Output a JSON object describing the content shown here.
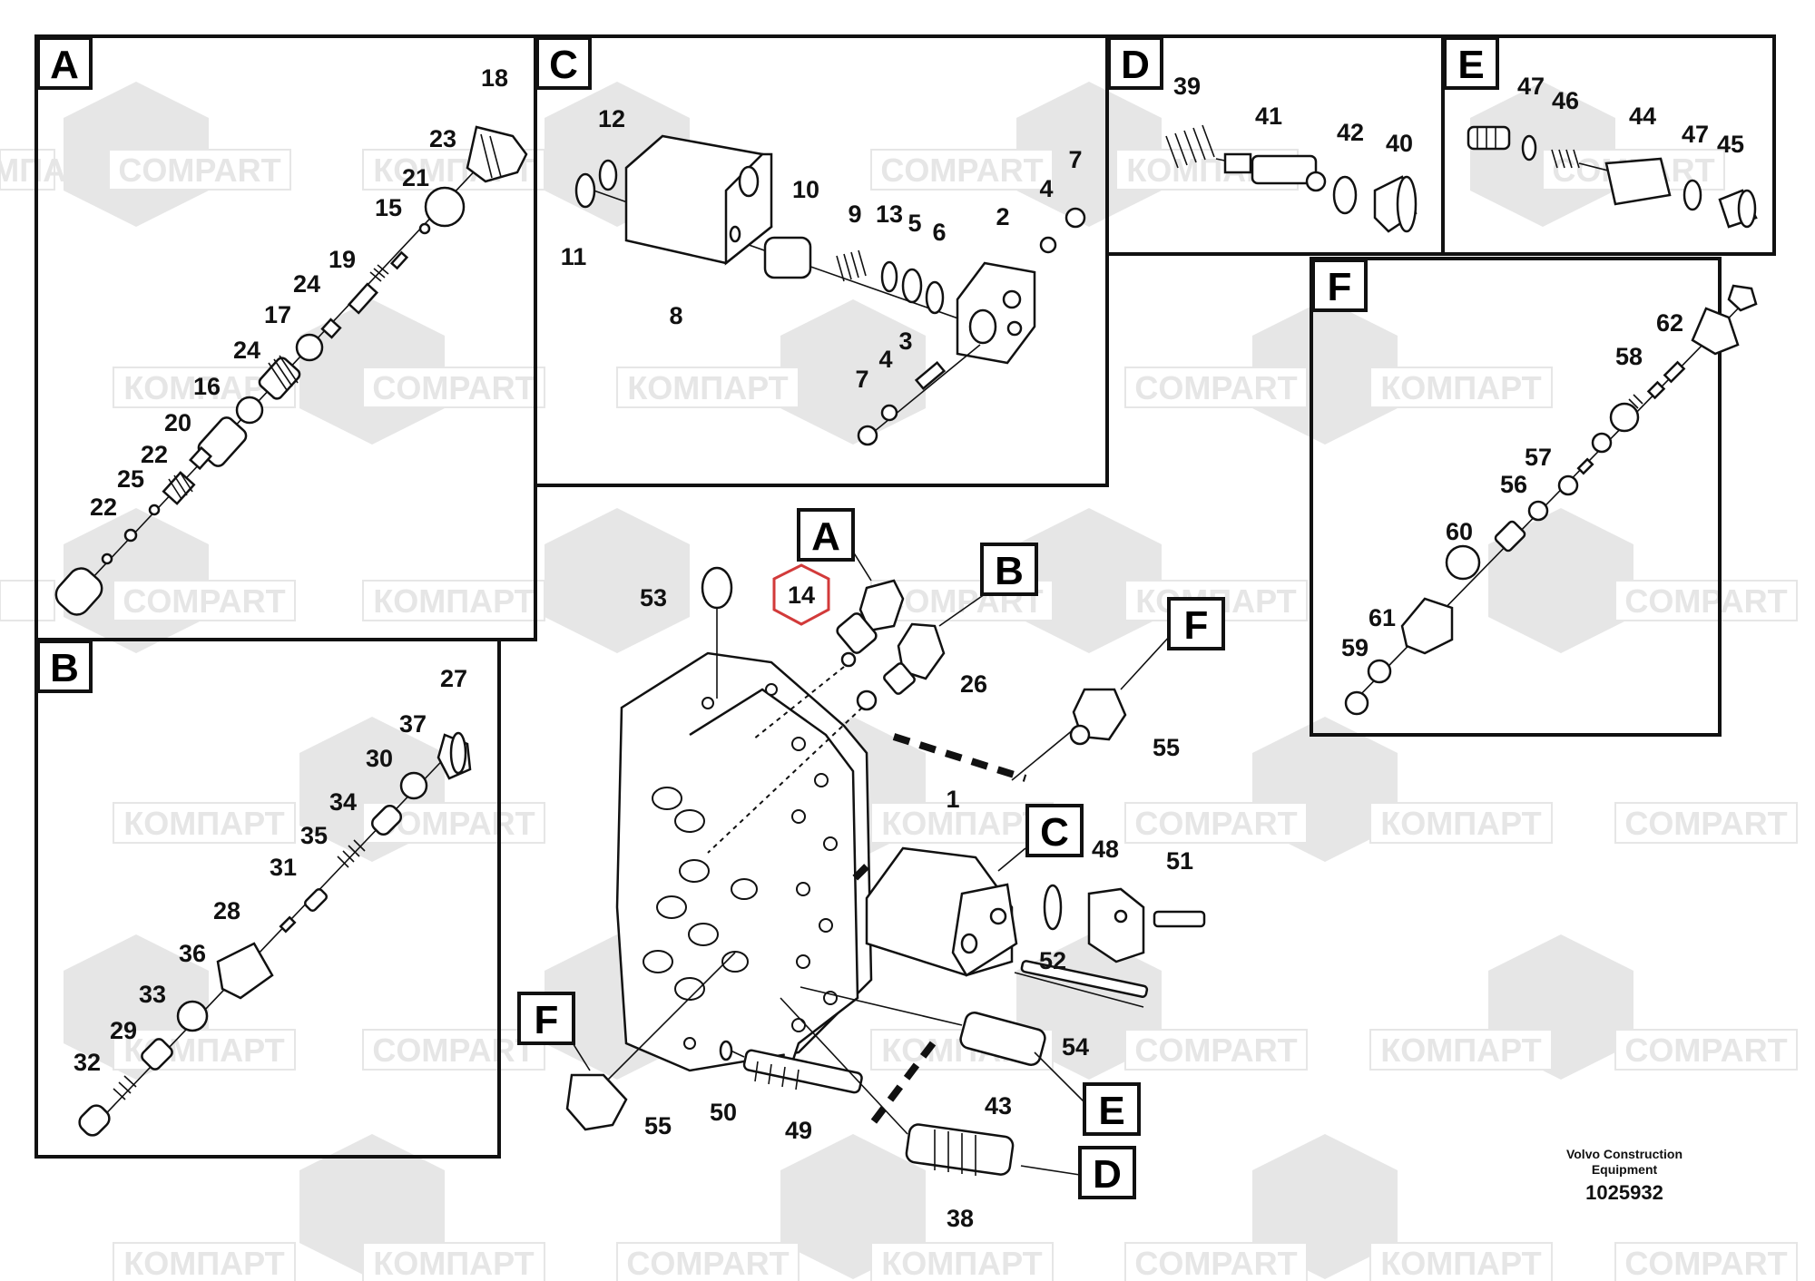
{
  "watermarks": [
    "COMPART",
    "КОМПАРТ",
    "COMPART",
    "КОМПАРТ",
    "COMPART",
    "КОМПАРТ",
    "COMPART",
    "КОМПАРТ",
    "COMPART",
    "КОМПАРТ",
    "COMPART",
    "КОМПАРТ",
    "COMPART",
    "КОМПАРТ",
    "COMPART",
    "КОМПАРТ",
    "COMPART",
    "КОМПАРТ",
    "COMPART",
    "КОМПАРТ",
    "COMPART",
    "КОМПАРТ",
    "COMPART",
    "КОМПАРТ",
    "COMPART",
    "КОМПАРТ",
    "COMPART",
    "КОМПАРТ",
    "КОМПАРТ",
    "COMPART",
    "КОМПАРТ",
    "COMPART",
    "КОМПАРТ",
    "COMPART",
    "КОМПАРТ"
  ],
  "panels": {
    "a": "A",
    "b": "B",
    "c": "C",
    "d": "D",
    "e": "E",
    "f": "F"
  },
  "main_tags": {
    "a": "A",
    "b": "B",
    "c": "C",
    "d": "D",
    "e": "E",
    "f1": "F",
    "f2": "F"
  },
  "highlighted_part": "14",
  "callouts": {
    "a": [
      "18",
      "23",
      "21",
      "15",
      "19",
      "24",
      "17",
      "24",
      "16",
      "20",
      "22",
      "25",
      "22"
    ],
    "b": [
      "27",
      "37",
      "30",
      "34",
      "35",
      "31",
      "28",
      "36",
      "33",
      "29",
      "32"
    ],
    "c": [
      "12",
      "11",
      "10",
      "9",
      "13",
      "5",
      "6",
      "2",
      "4",
      "7",
      "8",
      "3",
      "4",
      "7"
    ],
    "d": [
      "39",
      "41",
      "42",
      "40"
    ],
    "e": [
      "47",
      "46",
      "44",
      "47",
      "45"
    ],
    "f": [
      "62",
      "58",
      "57",
      "56",
      "60",
      "61",
      "59"
    ],
    "main": [
      "53",
      "26",
      "55",
      "1",
      "48",
      "51",
      "52",
      "54",
      "43",
      "55",
      "50",
      "49",
      "38"
    ]
  },
  "footer": {
    "manufacturer_line1": "Volvo Construction",
    "manufacturer_line2": "Equipment",
    "drawing_number": "1025932"
  }
}
